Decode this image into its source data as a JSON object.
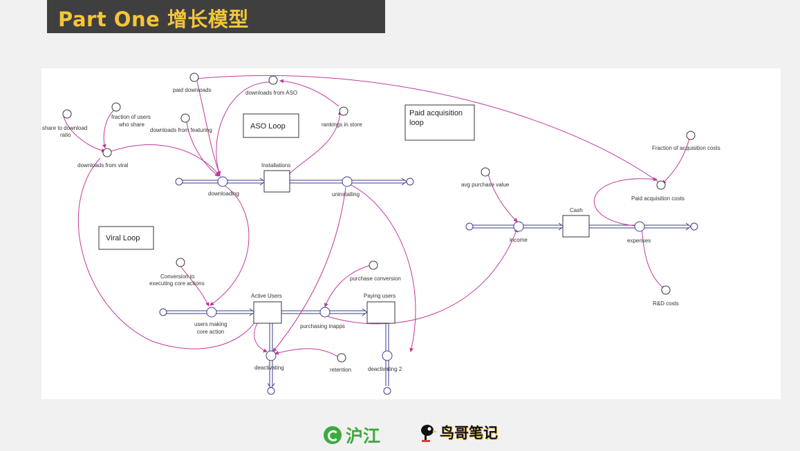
{
  "header": {
    "title": "Part One 增长模型"
  },
  "diagram": {
    "boxes": {
      "aso_loop": "ASO Loop",
      "paid_loop_1": "Paid acquisition",
      "paid_loop_2": "loop",
      "viral_loop": "Viral Loop"
    },
    "stocks": {
      "installations": "Installations",
      "active_users": "Active Users",
      "paying_users": "Paying users",
      "cash": "Cash"
    },
    "flows": {
      "downloading": "downloading",
      "uninstalling": "uninstalling",
      "users_making_1": "users making",
      "users_making_2": "core action",
      "deactivating": "deactivating",
      "purchasing": "purchasing inapps",
      "deactivating2": "deactivating 2",
      "income": "income",
      "expenses": "expenses"
    },
    "converters": {
      "paid_downloads": "paid downloads",
      "downloads_aso": "downloads from ASO",
      "rankings": "rankings in store",
      "share_ratio_1": "share to download",
      "share_ratio_2": "ratio",
      "fraction_share_1": "fraction of users",
      "fraction_share_2": "who share",
      "featuring": "downloads from featuring",
      "viral": "downloads from viral",
      "conversion_1": "Conversion to",
      "conversion_2": "executing core actions",
      "purchase_conversion": "purchase conversion",
      "retention": "retention",
      "avg_purchase": "avg purchase value",
      "fraction_acq": "Fraction of acquisition costs",
      "paid_acq_costs": "Paid acquisition costs",
      "rd_costs": "R&D costs"
    }
  },
  "footer": {
    "logo_hujiang": "沪江",
    "logo_niaoge": "鸟哥笔记"
  }
}
